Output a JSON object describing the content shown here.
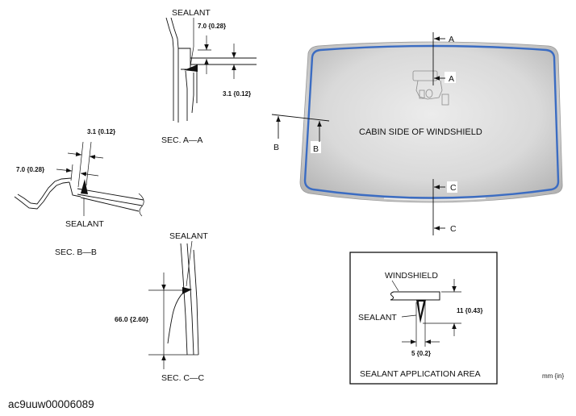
{
  "windshield": {
    "label": "CABIN SIDE OF WINDSHIELD",
    "marker_a_top": "A",
    "marker_a_bottom": "A",
    "marker_b_left": "B",
    "marker_b_right": "B",
    "marker_c_top": "C",
    "marker_c_bottom": "C"
  },
  "section_a": {
    "sealant_label": "SEALANT",
    "dim_upper": "7.0 {0.28}",
    "dim_lower": "3.1 {0.12}",
    "title": "SEC. A—A"
  },
  "section_b": {
    "dim_upper": "3.1 {0.12}",
    "dim_left": "7.0 {0.28}",
    "sealant_label": "SEALANT",
    "title": "SEC. B—B"
  },
  "section_c": {
    "sealant_label": "SEALANT",
    "dim": "66.0 {2.60}",
    "title": "SEC. C—C"
  },
  "application_area": {
    "windshield_label": "WINDSHIELD",
    "sealant_label": "SEALANT",
    "dim_height": "11 {0.43}",
    "dim_width": "5 {0.2}",
    "title": "SEALANT APPLICATION AREA"
  },
  "units": "mm {in}",
  "figure_code": "ac9uuw00006089",
  "colors": {
    "sealant_outline": "#3b6cc2",
    "glass_edge": "#a9a9a9",
    "glass_center": "#ececec"
  }
}
